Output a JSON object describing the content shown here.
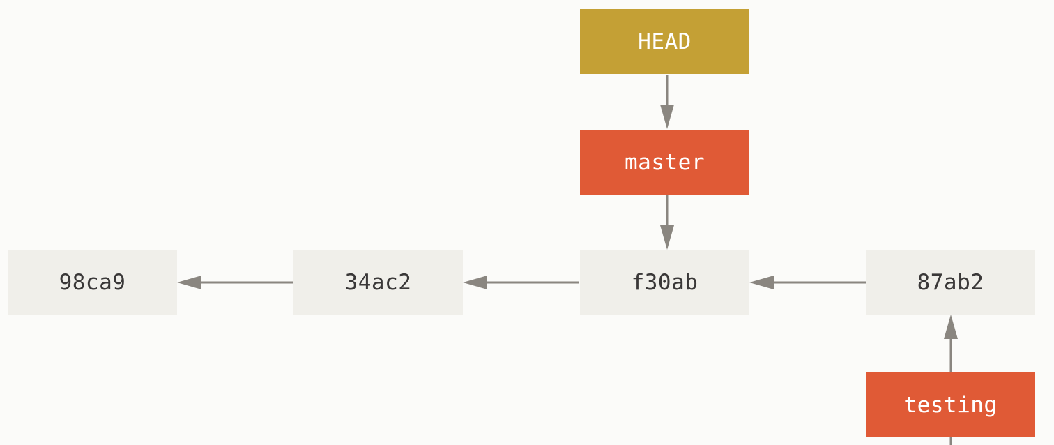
{
  "diagram": {
    "refs": {
      "head": "HEAD",
      "master": "master",
      "testing": "testing"
    },
    "commits": {
      "c1": "98ca9",
      "c2": "34ac2",
      "c3": "f30ab",
      "c4": "87ab2"
    },
    "colors": {
      "head_fill": "#c4a035",
      "branch_fill": "#e05a36",
      "commit_fill": "#f0efea",
      "arrow": "#8a8680",
      "background": "#fbfbf9"
    }
  }
}
